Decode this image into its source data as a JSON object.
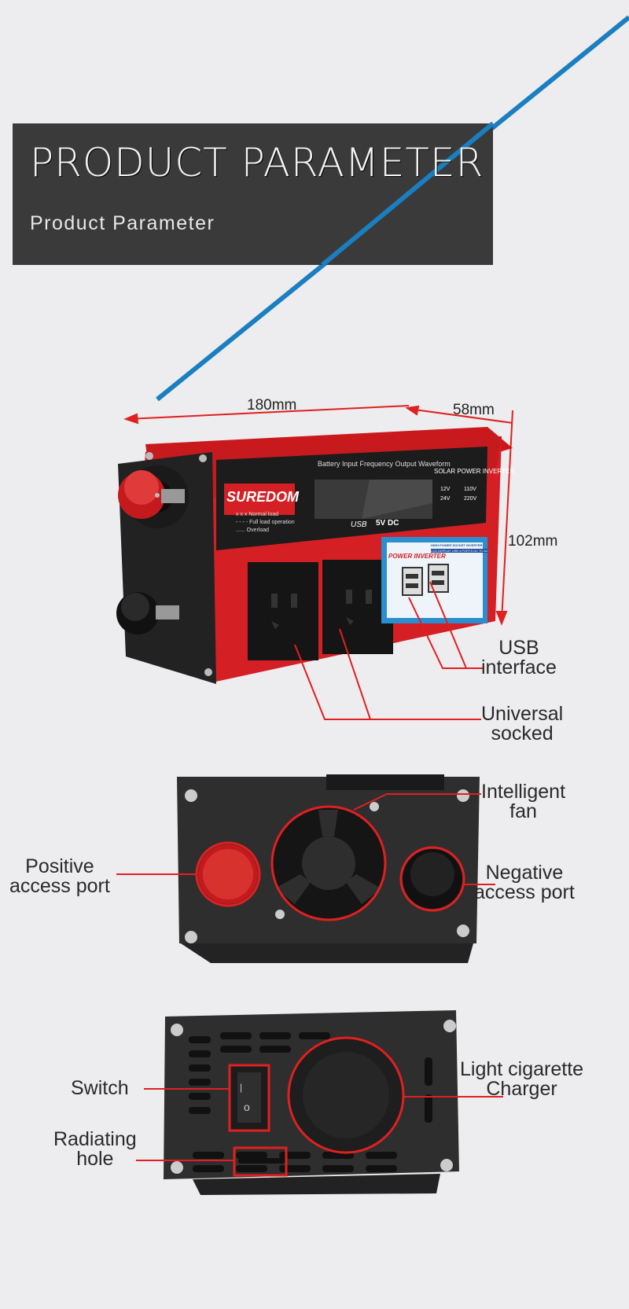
{
  "header": {
    "title": "PRODUCT  PARAMETER",
    "subtitle": "Product Parameter"
  },
  "dimensions": {
    "length": "180mm",
    "width": "58mm",
    "height": "102mm"
  },
  "device_front": {
    "brand": "SUREDOM",
    "display_header": "Battery  Input  Frequency  Output  Waveform",
    "legend": [
      "x x x  Normal load",
      "- - - - Full load operation",
      "...... Overload"
    ],
    "usb_text": "USB",
    "usb_voltage": "5V DC",
    "sticker_title": "POWER INVERTER",
    "sticker_sub1": "HIGH POWER SOCKET INVERTER",
    "sticker_sub2": "LCD DISPLAY USB 4 PORTS DC TO AC",
    "panel_title": "SOLAR POWER INVERTER",
    "voltages": [
      "12V",
      "110V",
      "24V",
      "220V"
    ]
  },
  "callouts": {
    "usb": [
      "USB",
      "interface"
    ],
    "socket": [
      "Universal",
      "socked"
    ],
    "fan": [
      "Intelligent",
      "fan"
    ],
    "positive": [
      "Positive",
      "access  port"
    ],
    "negative": [
      "Negative",
      "access  port"
    ],
    "switch": "Switch",
    "radiating": [
      "Radiating",
      "hole"
    ],
    "cigarette": [
      "Light  cigarette",
      "Charger"
    ]
  },
  "colors": {
    "accent_line": "#1a7fc0",
    "callout_red": "#e02020",
    "device_red": "#d41f24",
    "banner": "#3a3a3a"
  }
}
